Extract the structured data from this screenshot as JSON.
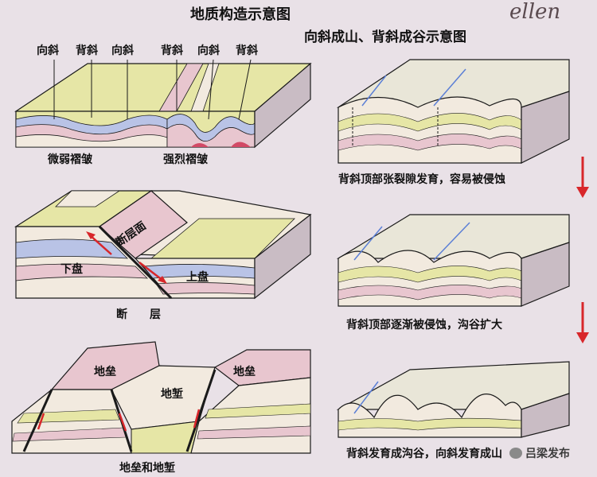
{
  "title_main": "地质构造示意图",
  "title_right": "向斜成山、背斜成谷示意图",
  "watermark_top": "ellen",
  "panel_fold": {
    "labels": [
      "向斜",
      "背斜",
      "向斜",
      "背斜",
      "向斜",
      "背斜"
    ],
    "caption_left": "微弱褶皱",
    "caption_right": "强烈褶皱"
  },
  "panel_fault": {
    "fault_plane": "断层面",
    "footwall": "下盘",
    "hangingwall": "上盘",
    "caption": "断　　层"
  },
  "panel_horst": {
    "horst_left": "地垒",
    "graben": "地堑",
    "horst_right": "地垒",
    "caption": "地垒和地堑"
  },
  "right_steps": [
    "背斜顶部张裂隙发育，容易被侵蚀",
    "背斜顶部逐渐被侵蚀，沟谷扩大",
    "背斜发育成沟谷，向斜发育成山"
  ],
  "watermark_brand": "吕梁发布",
  "colors": {
    "background": "#e9e1e7",
    "layer_yellow": "#e6e6a6",
    "layer_pink": "#e8c6cf",
    "layer_light": "#f2eadf",
    "layer_blue": "#b9c3e6",
    "layer_red": "#d24a66",
    "arrow_red": "#d8262a",
    "line": "#1a1a1a"
  }
}
